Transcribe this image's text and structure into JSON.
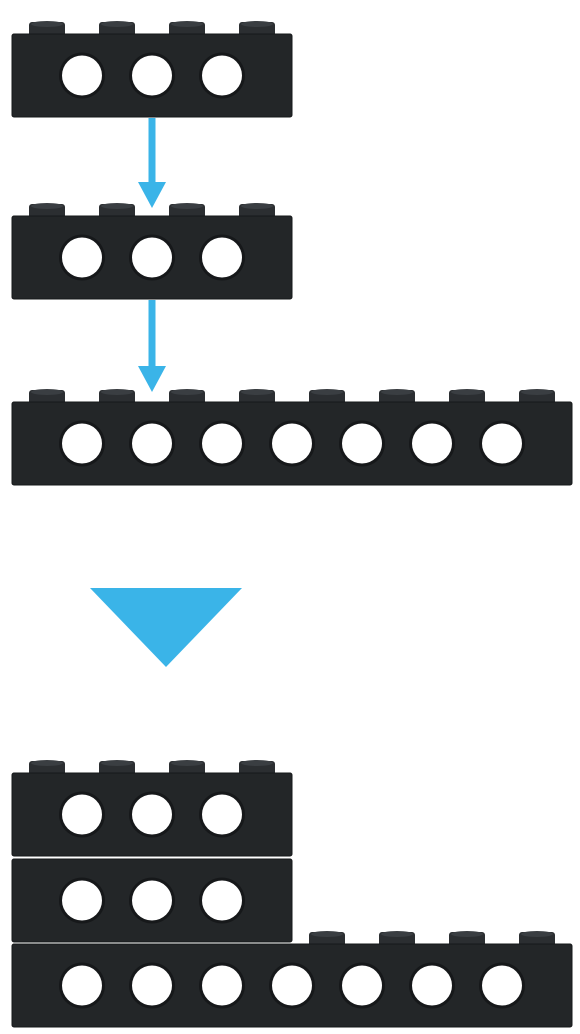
{
  "diagram": {
    "colors": {
      "brick": "#232628",
      "brick_edge": "#16181a",
      "stud": "#2b2e31",
      "stud_top": "#3a3e42",
      "hole": "#ffffff",
      "arrow": "#3ab4e8",
      "background": "#ffffff"
    },
    "steps": [
      {
        "piece": "beam-4",
        "holes": 3,
        "studs": 4
      },
      {
        "piece": "beam-4",
        "holes": 3,
        "studs": 4
      },
      {
        "piece": "beam-8",
        "holes": 7,
        "studs": 8
      }
    ],
    "connectors": [
      "down-arrow-icon",
      "down-arrow-icon"
    ],
    "result_indicator": "result-triangle-icon",
    "result": {
      "stack": [
        {
          "piece": "beam-4",
          "holes": 3,
          "studs": 4
        },
        {
          "piece": "beam-4",
          "holes": 3,
          "studs": 0
        },
        {
          "piece": "beam-8",
          "holes": 7,
          "studs": 4
        }
      ]
    }
  }
}
